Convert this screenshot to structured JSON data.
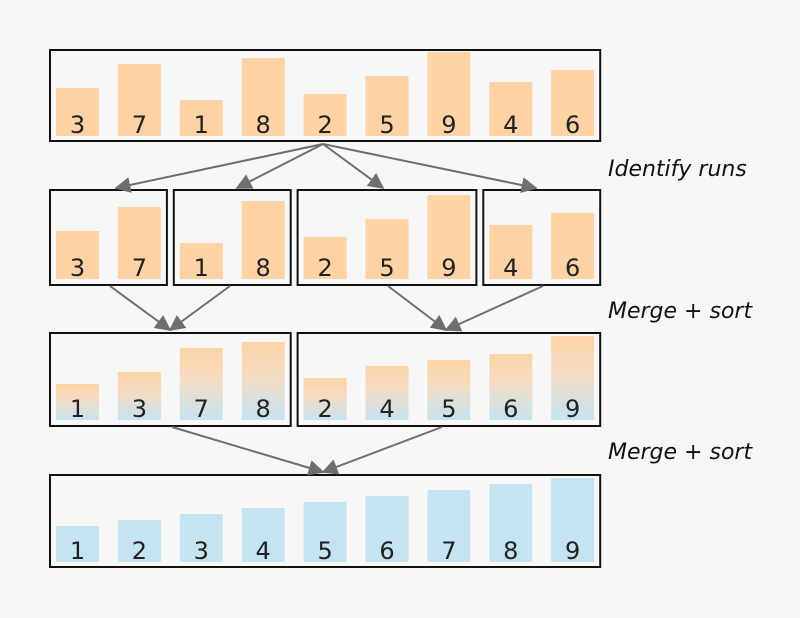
{
  "colors": {
    "unsorted": "#fdd3a6",
    "sorted": "#c6e3f2",
    "frame": "#111111",
    "arrow": "#6e6e6e",
    "background": "#f7f7f7"
  },
  "steps": {
    "identify": "Identify runs",
    "merge1": "Merge + sort",
    "merge2": "Merge + sort"
  },
  "rows": [
    {
      "name": "input",
      "style": "unsorted",
      "groups": [
        [
          3,
          7,
          1,
          8,
          2,
          5,
          9,
          4,
          6
        ]
      ]
    },
    {
      "name": "runs",
      "style": "unsorted",
      "groups": [
        [
          3,
          7
        ],
        [
          1,
          8
        ],
        [
          2,
          5,
          9
        ],
        [
          4,
          6
        ]
      ]
    },
    {
      "name": "merged-pairs",
      "style": "mixed",
      "groups": [
        [
          1,
          3,
          7,
          8
        ],
        [
          2,
          4,
          5,
          6,
          9
        ]
      ]
    },
    {
      "name": "sorted",
      "style": "sorted",
      "groups": [
        [
          1,
          2,
          3,
          4,
          5,
          6,
          7,
          8,
          9
        ]
      ]
    }
  ]
}
